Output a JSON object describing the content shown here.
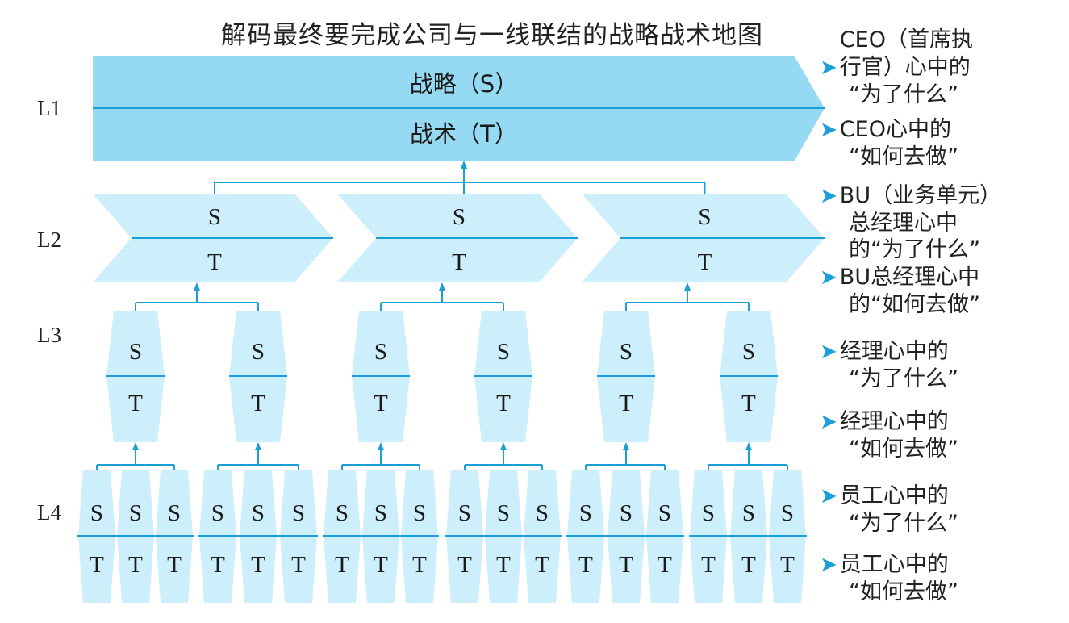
{
  "title": "解码最终要完成公司与一线联结的战略战术地图",
  "levels": [
    "L1",
    "L2",
    "L3",
    "L4"
  ],
  "l1": {
    "strategy": "战略（S）",
    "tactics": "战术（T）"
  },
  "s_label": "S",
  "t_label": "T",
  "notes": [
    {
      "lines": [
        "CEO（首席执",
        "行官）心中的",
        "“为了什么”"
      ]
    },
    {
      "lines": [
        "CEO心中的",
        "“如何去做”"
      ]
    },
    {
      "lines": [
        "BU（业务单元）",
        "总经理心中",
        "的“为了什么”"
      ]
    },
    {
      "lines": [
        "BU总经理心中",
        "的“如何去做”"
      ]
    },
    {
      "lines": [
        "经理心中的",
        "“为了什么”"
      ]
    },
    {
      "lines": [
        "经理心中的",
        "“如何去做”"
      ]
    },
    {
      "lines": [
        "员工心中的",
        "“为了什么”"
      ]
    },
    {
      "lines": [
        "员工心中的",
        "“如何去做”"
      ]
    }
  ],
  "colors": {
    "fill_dark": "#96d9f3",
    "fill_light": "#cdeefb",
    "line": "#1a9fd8",
    "arrow": "#1a9fd8"
  }
}
